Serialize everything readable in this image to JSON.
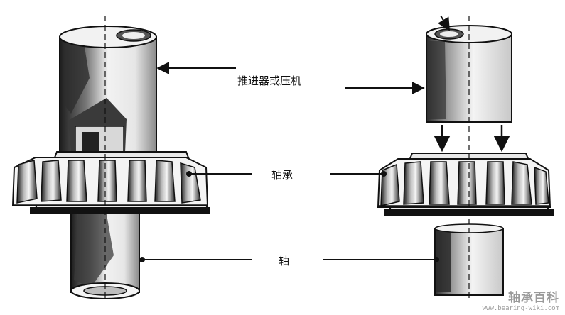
{
  "labels": {
    "pusher": "推进器或压机",
    "bearing": "轴承",
    "shaft": "轴"
  },
  "watermark": {
    "logo": "轴承百科",
    "url": "www.bearing-wiki.com"
  },
  "colors": {
    "ink": "#111111",
    "shade": "#3a3a3a",
    "light": "#f2f2f2",
    "watermark": "#9a9a9a"
  }
}
